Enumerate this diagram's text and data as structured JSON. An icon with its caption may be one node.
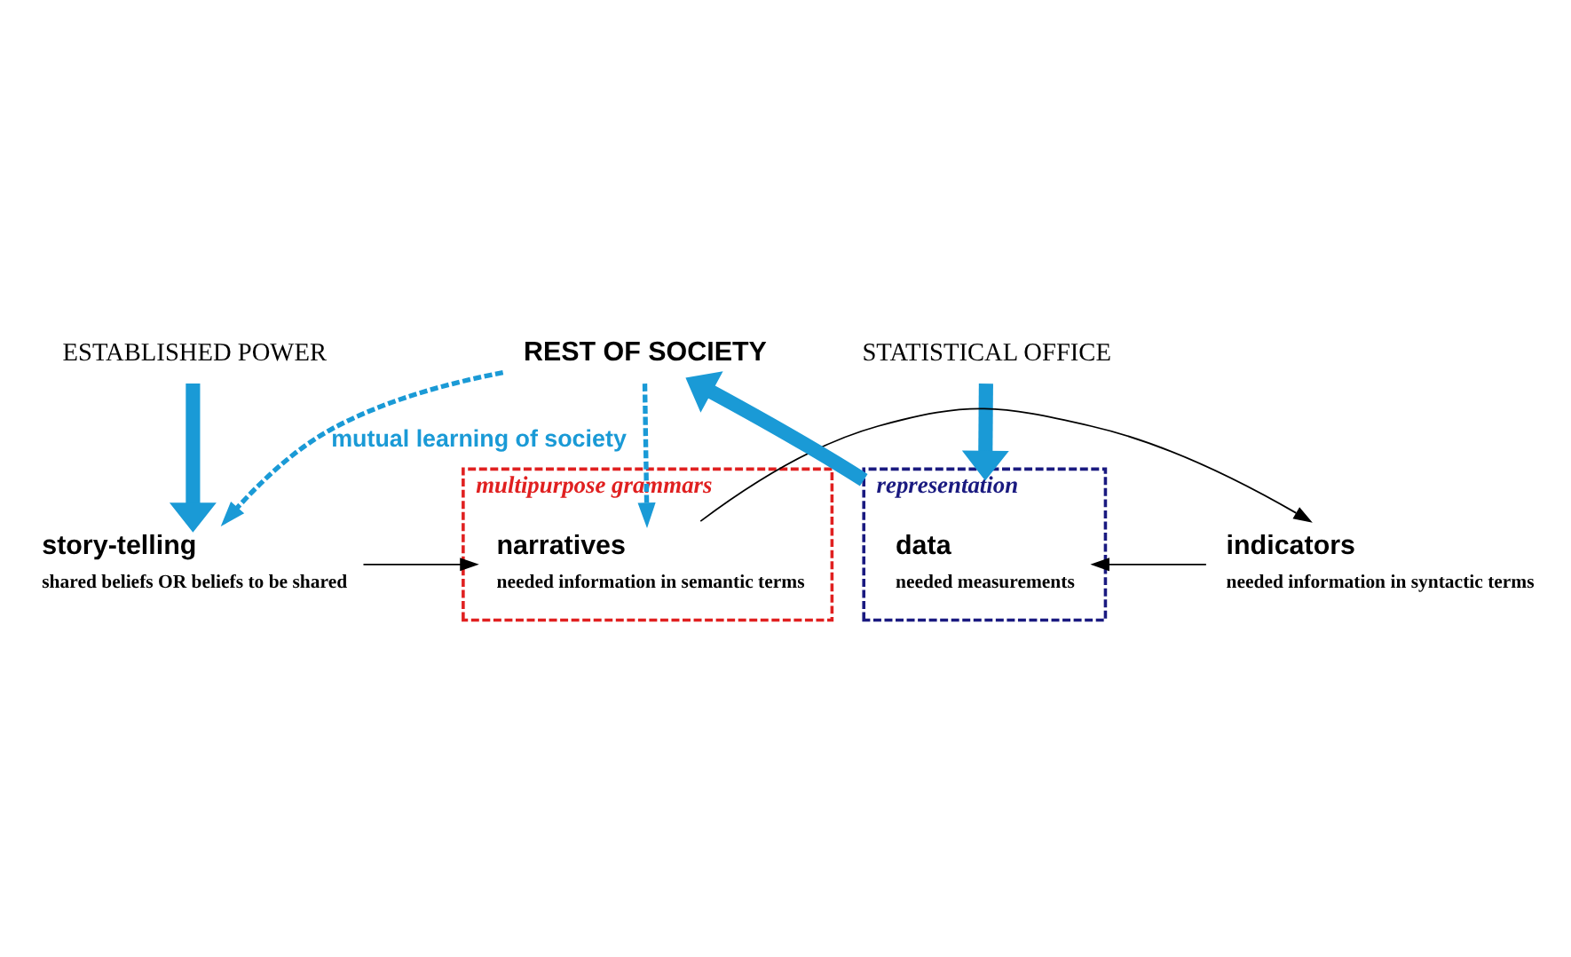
{
  "diagram": {
    "nodes": [
      {
        "text": [
          "ESTABLISHED POWER"
        ]
      },
      {
        "text": [
          "STATISTICAL OFFICE"
        ]
      },
      {
        "text": [
          "story-telling",
          "shared beliefs OR beliefs to be shared"
        ]
      },
      {
        "text": [
          "narratives",
          "needed information in semantic terms"
        ],
        "in": 7
      },
      {
        "text": [
          "indicators",
          "needed information in syntactic terms"
        ]
      },
      {
        "text": [
          "data",
          "needed measurements"
        ],
        "in": 8
      },
      {
        "text": [
          "REST OF SOCIETY"
        ]
      },
      {
        "text": [
          "multipurpose grammars"
        ]
      },
      {
        "text": [
          "representation"
        ]
      }
    ],
    "edges": [
      {
        "from": 0,
        "to": 2,
        "arrow": "to",
        "style": "thick",
        "color": "#1a9ad6"
      },
      {
        "from": 1,
        "to": 8,
        "arrow": "to",
        "style": "thick",
        "color": "#1a9ad6"
      },
      {
        "from": 2,
        "to": 3,
        "arrow": "to",
        "color": "#000000"
      },
      {
        "from": 3,
        "to": 4,
        "arrow": "to",
        "color": "#000000"
      },
      {
        "from": 4,
        "to": 5,
        "arrow": "to",
        "color": "#000000"
      },
      {
        "from": 8,
        "to": 6,
        "arrow": "to",
        "style": "thick",
        "color": "#1a9ad6"
      },
      {
        "from": 6,
        "to": 2,
        "arrow": "to",
        "style": "dashed",
        "color": "#1a9ad6",
        "label": "mutual learning of society"
      },
      {
        "from": 6,
        "to": 3,
        "arrow": "to",
        "style": "dashed",
        "color": "#1a9ad6"
      }
    ]
  }
}
